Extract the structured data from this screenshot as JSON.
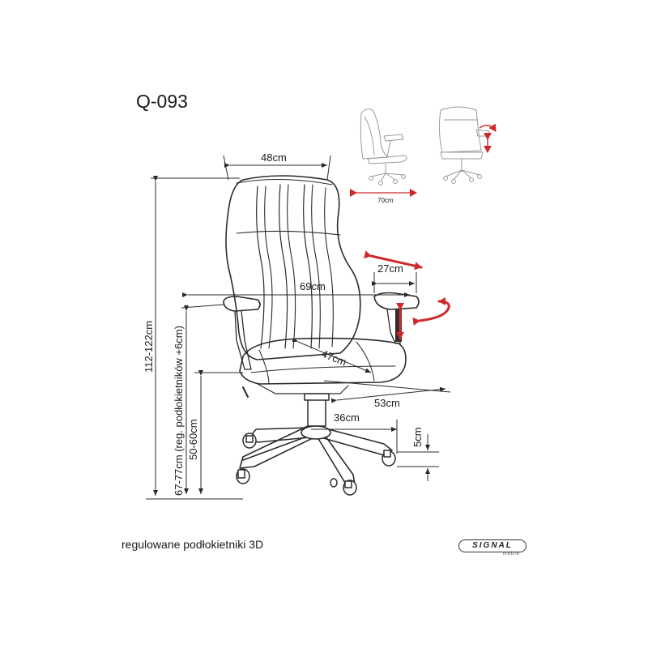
{
  "product": {
    "model": "Q-093",
    "caption": "regulowane podłokietniki 3D",
    "brand": "SIGNAL",
    "brand_sub": "meble"
  },
  "dimensions": {
    "top_width": "48cm",
    "armrest_width": "27cm",
    "inner_width": "69cm",
    "seat_depth": "47cm",
    "overall_depth": "53cm",
    "base_radius": "36cm",
    "caster_height": "5cm",
    "total_height": "112-122cm",
    "armrest_height": "67-77cm (reg. podłokietników +6cm)",
    "seat_height": "50-60cm",
    "recline_depth": "70cm"
  },
  "colors": {
    "line": "#2b2b2b",
    "arrow": "#cc2a2a",
    "thumb": "#9a9a9a"
  }
}
